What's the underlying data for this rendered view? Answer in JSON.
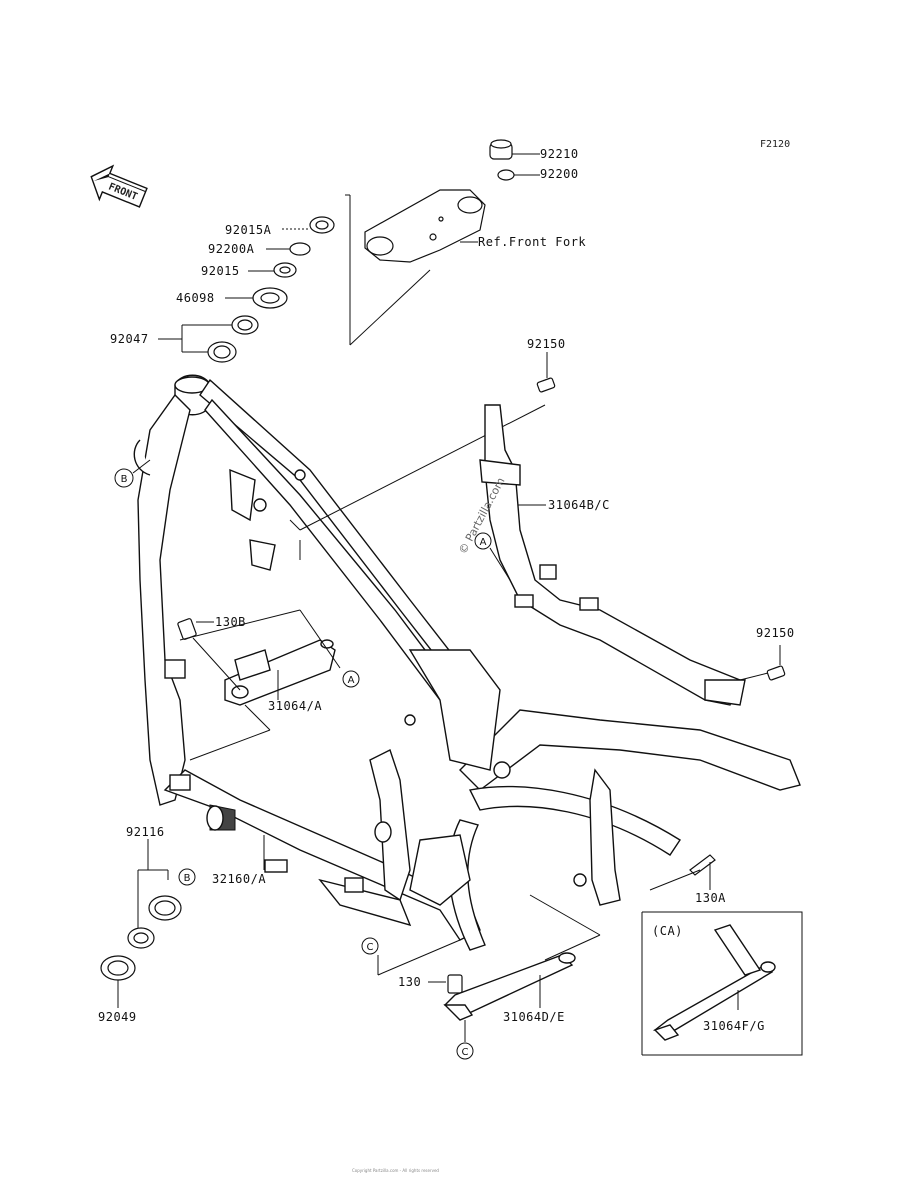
{
  "diagram_code": "F2120",
  "front_arrow_label": "FRONT",
  "labels": {
    "p92210": "92210",
    "p92200": "92200",
    "ref_front_fork": "Ref.Front Fork",
    "p92015A": "92015A",
    "p92200A": "92200A",
    "p92015": "92015",
    "p46098": "46098",
    "p92047": "92047",
    "p92150_top": "92150",
    "p31064BC": "31064B/C",
    "p130B": "130B",
    "p31064A": "31064/A",
    "p92150_right": "92150",
    "p92116": "92116",
    "p32160A": "32160/A",
    "p130A": "130A",
    "ca_label": "(CA)",
    "p92049": "92049",
    "p130": "130",
    "p31064DE": "31064D/E",
    "p31064FG": "31064F/G"
  },
  "ref_markers": {
    "A": "A",
    "B": "B",
    "C": "C"
  },
  "watermark": "© Partzilla.com",
  "footer_text": "Copyright Partzilla.com - All rights reserved"
}
